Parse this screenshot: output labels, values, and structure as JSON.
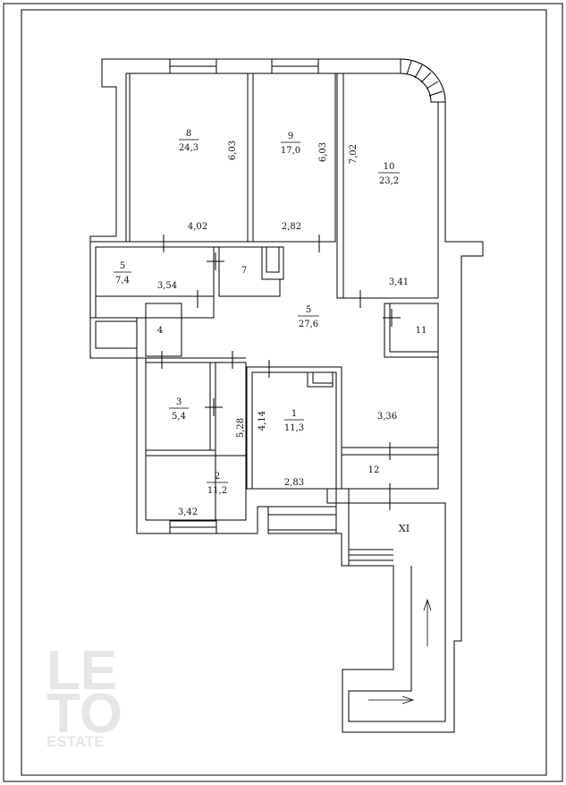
{
  "rooms": [
    {
      "number": "8",
      "area": "24,3"
    },
    {
      "number": "9",
      "area": "17,0"
    },
    {
      "number": "10",
      "area": "23,2"
    },
    {
      "number": "5",
      "area": "7,4"
    },
    {
      "number": "7"
    },
    {
      "number": "5",
      "area": "27,6"
    },
    {
      "number": "4"
    },
    {
      "number": "11"
    },
    {
      "number": "3",
      "area": "5,4"
    },
    {
      "number": "1",
      "area": "11,3"
    },
    {
      "number": "2",
      "area": "11,2"
    },
    {
      "number": "12"
    },
    {
      "number": "XI"
    }
  ],
  "dimensions": [
    "6,03",
    "4,02",
    "6,03",
    "2,82",
    "7,02",
    "3,41",
    "3,54",
    "3,36",
    "5,28",
    "4,14",
    "2,83",
    "3,42"
  ],
  "watermark": {
    "line1": "LE",
    "line2": "TO",
    "line3": "ESTATE"
  }
}
